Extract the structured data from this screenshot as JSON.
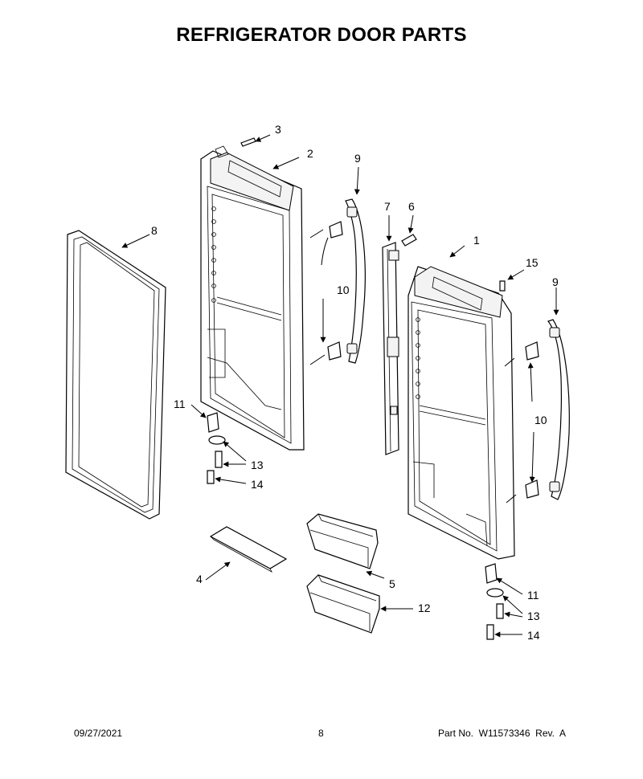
{
  "title": "REFRIGERATOR DOOR PARTS",
  "callouts": {
    "c1": "1",
    "c2": "2",
    "c3": "3",
    "c4": "4",
    "c5": "5",
    "c6": "6",
    "c7": "7",
    "c8": "8",
    "c9a": "9",
    "c9b": "9",
    "c10a": "10",
    "c10b": "10",
    "c11a": "11",
    "c11b": "11",
    "c12": "12",
    "c13a": "13",
    "c13b": "13",
    "c14a": "14",
    "c14b": "14",
    "c15": "15"
  },
  "footer": {
    "date": "09/27/2021",
    "page": "8",
    "part": "Part No.  W11573346  Rev.  A"
  }
}
